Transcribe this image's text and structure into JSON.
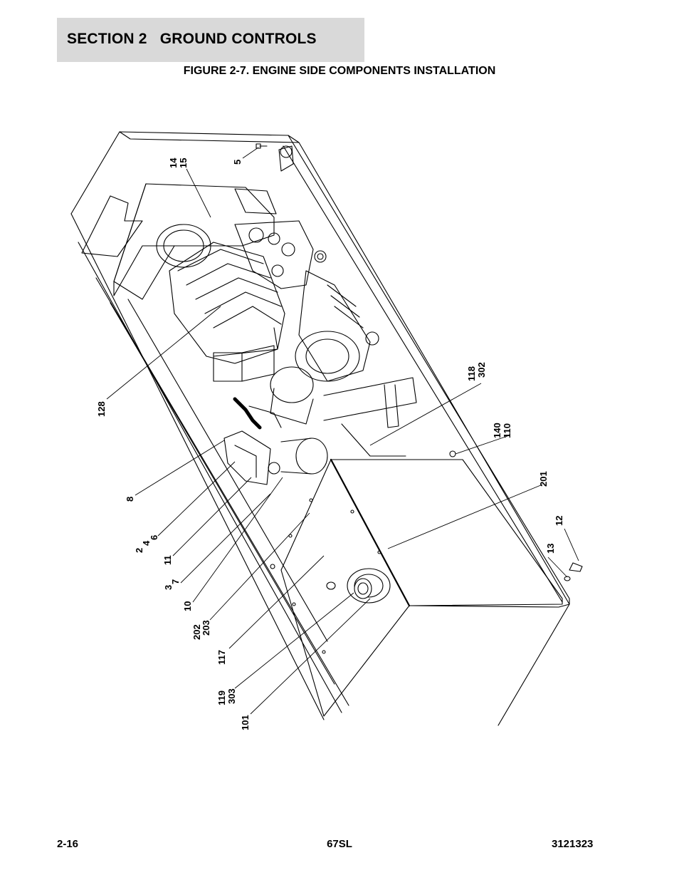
{
  "header": {
    "section_label": "SECTION 2   GROUND CONTROLS",
    "figure_title": "FIGURE 2-7. ENGINE SIDE COMPONENTS INSTALLATION"
  },
  "callouts": {
    "c14": "14",
    "c15": "15",
    "c5": "5",
    "c128": "128",
    "c118": "118",
    "c302": "302",
    "c140": "140",
    "c110": "110",
    "c201": "201",
    "c12": "12",
    "c13": "13",
    "c8": "8",
    "c2": "2",
    "c4": "4",
    "c6": "6",
    "c11": "11",
    "c3": "3",
    "c7": "7",
    "c10": "10",
    "c202": "202",
    "c203": "203",
    "c117": "117",
    "c119": "119",
    "c303": "303",
    "c101": "101"
  },
  "footer": {
    "page_number": "2-16",
    "model": "67SL",
    "doc_number": "3121323"
  }
}
